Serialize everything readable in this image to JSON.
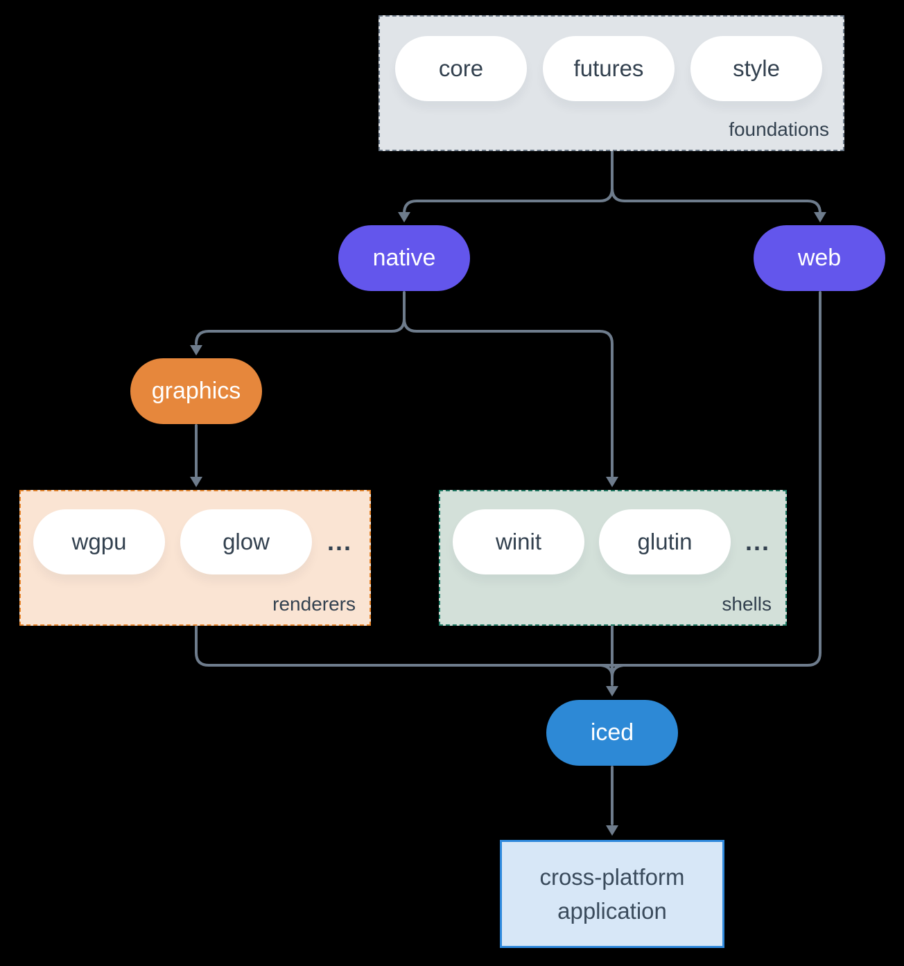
{
  "colors": {
    "canvas-bg": "#000000",
    "connector": "#6e7c8c",
    "foundations-fill": "#e0e4e8",
    "foundations-border": "#6e7b8a",
    "pill-white": "#ffffff",
    "pill-text-dark": "#33414f",
    "label-text": "#33414f",
    "purple": "#6356ec",
    "orange": "#e6873c",
    "renderers-fill": "#fae4d3",
    "renderers-border": "#e8872e",
    "shells-fill": "#d3e0d9",
    "shells-border": "#1f7a64",
    "blue": "#2d89d6",
    "app-fill": "#d7e7f7",
    "app-border": "#2f89dc",
    "app-text": "#3a4b5c"
  },
  "groups": {
    "foundations": {
      "label": "foundations",
      "pills": [
        "core",
        "futures",
        "style"
      ]
    },
    "renderers": {
      "label": "renderers",
      "pills": [
        "wgpu",
        "glow"
      ],
      "ellipsis": "..."
    },
    "shells": {
      "label": "shells",
      "pills": [
        "winit",
        "glutin"
      ],
      "ellipsis": "..."
    }
  },
  "nodes": {
    "native": "native",
    "web": "web",
    "graphics": "graphics",
    "iced": "iced",
    "app": {
      "line1": "cross-platform",
      "line2": "application"
    }
  }
}
